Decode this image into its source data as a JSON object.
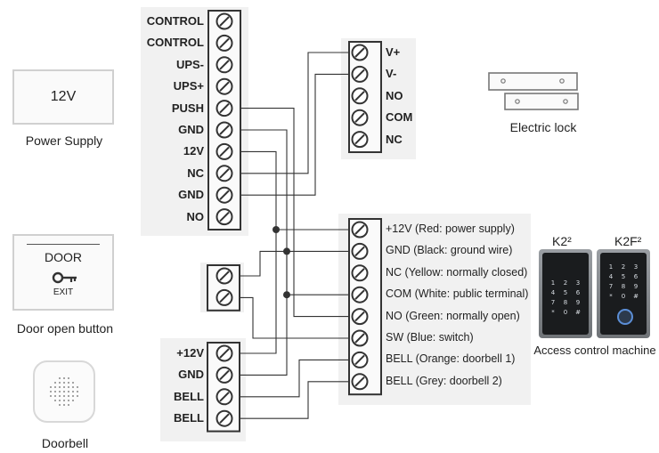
{
  "power_supply": {
    "value": "12V",
    "caption": "Power Supply"
  },
  "door_button": {
    "title": "DOOR",
    "sub": "EXIT",
    "caption": "Door open button",
    "icon": "key-icon"
  },
  "doorbell": {
    "caption": "Doorbell"
  },
  "electric_lock": {
    "caption": "Electric lock"
  },
  "controller_terminals": [
    "CONTROL",
    "CONTROL",
    "UPS-",
    "UPS+",
    "PUSH",
    "GND",
    "12V",
    "NC",
    "GND",
    "NO"
  ],
  "lock_terminals": [
    "V+",
    "V-",
    "NO",
    "COM",
    "NC"
  ],
  "doorbell_terminals": [
    "+12V",
    "GND",
    "BELL",
    "BELL"
  ],
  "device_terminals": [
    "+12V (Red: power supply)",
    "GND (Black: ground wire)",
    "NC (Yellow: normally closed)",
    "COM (White: public terminal)",
    "NO (Green: normally open)",
    "SW (Blue: switch)",
    "BELL (Orange: doorbell 1)",
    "BELL (Grey: doorbell 2)"
  ],
  "access_control": {
    "caption": "Access control machine",
    "models": [
      "K2²",
      "K2F²"
    ],
    "keypad": [
      "1",
      "2",
      "3",
      "4",
      "5",
      "6",
      "7",
      "8",
      "9",
      "*",
      "0",
      "#"
    ]
  }
}
